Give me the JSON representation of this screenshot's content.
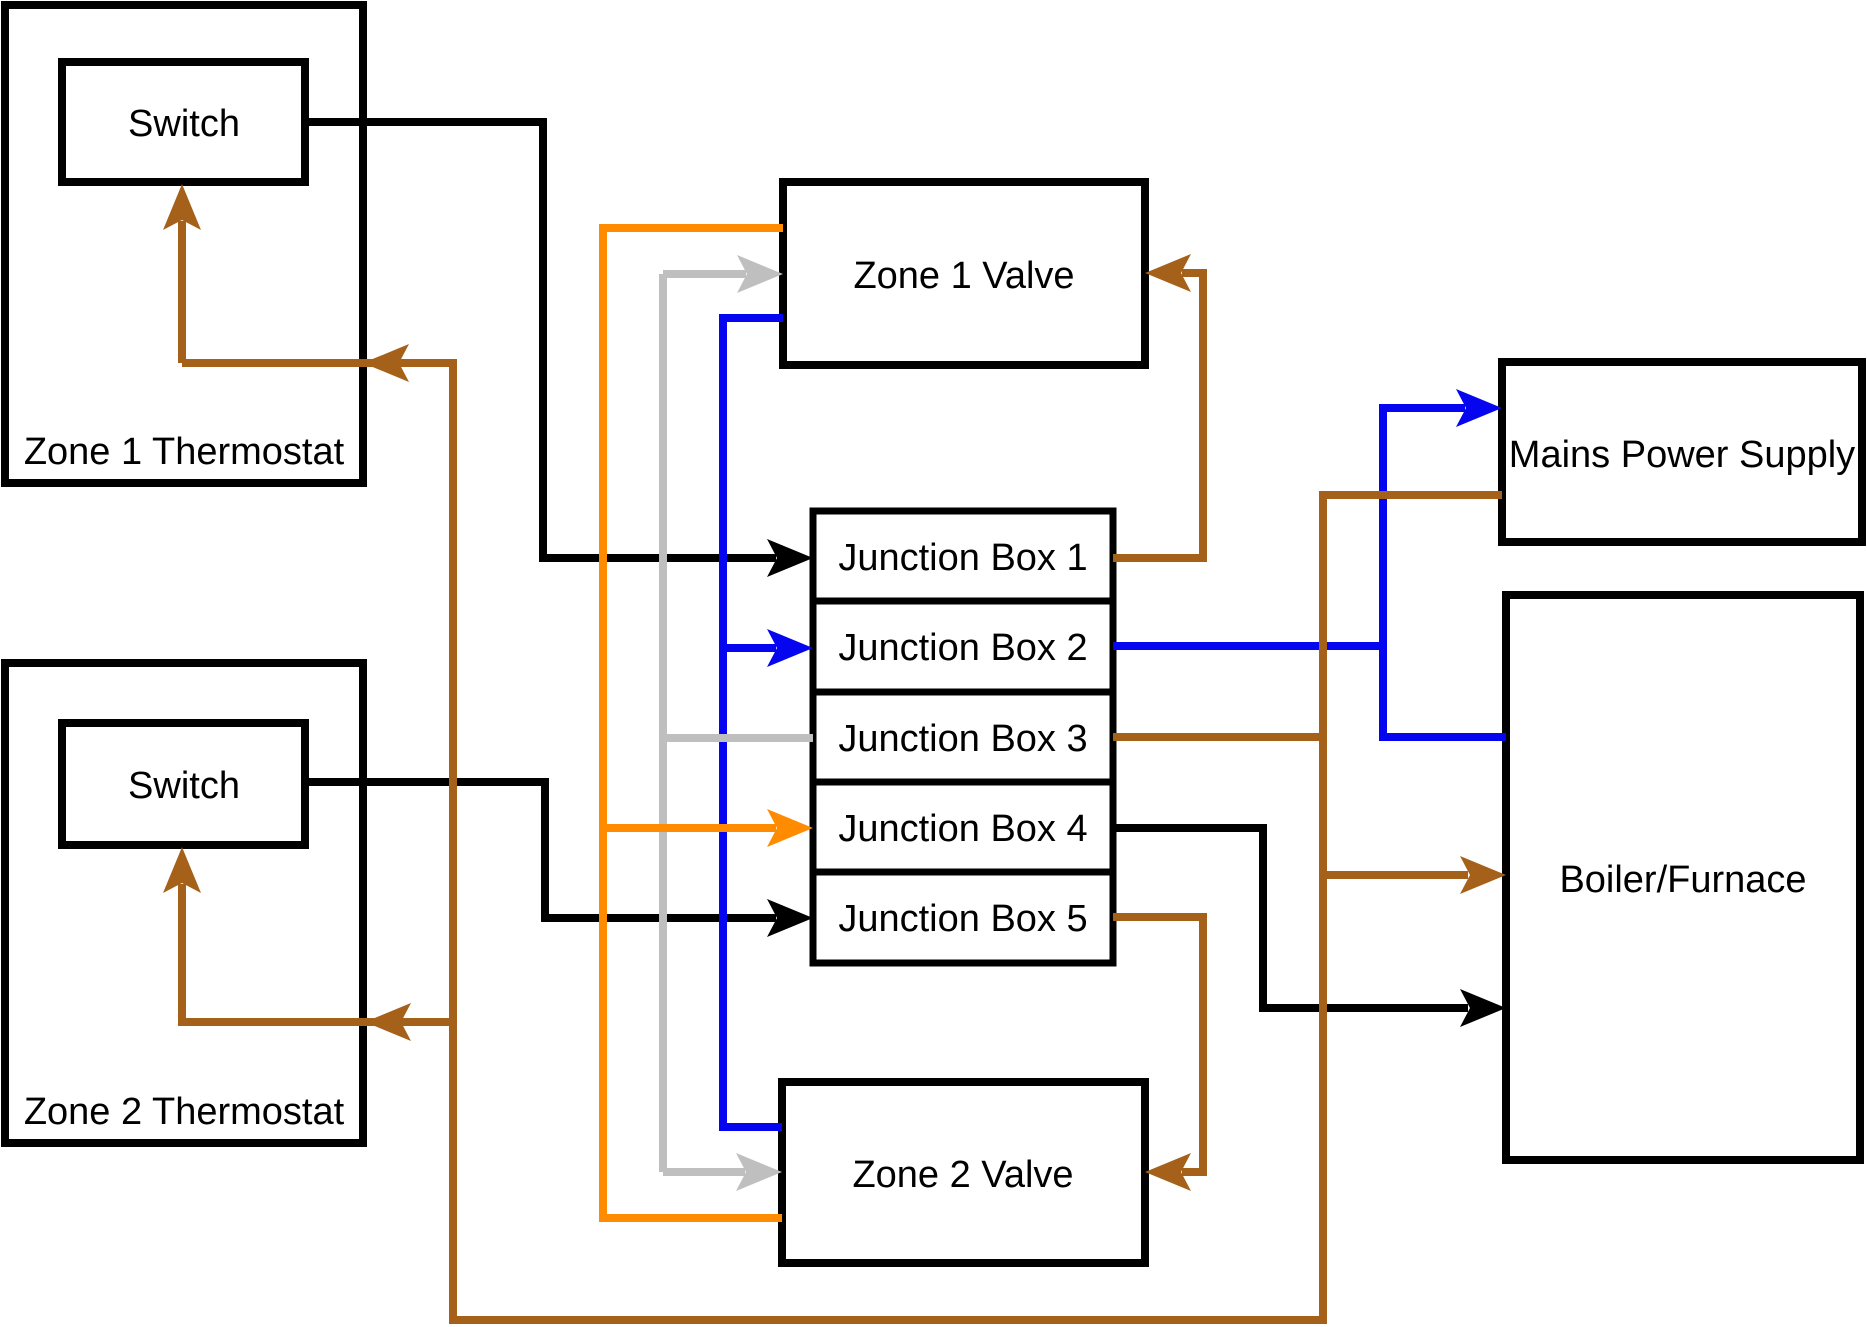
{
  "diagram": {
    "type": "wiring-diagram",
    "colors": {
      "black": "#000000",
      "brown": "#A5601A",
      "orange": "#FF8C00",
      "gray": "#BFBFBF",
      "blue": "#0505F0",
      "box_fill": "#FFFFFF",
      "text": "#000000",
      "background": "#FFFFFF"
    },
    "nodes": {
      "zone1_thermostat": {
        "label": "Zone 1 Thermostat"
      },
      "switch1": {
        "label": "Switch"
      },
      "zone2_thermostat": {
        "label": "Zone 2 Thermostat"
      },
      "switch2": {
        "label": "Switch"
      },
      "zone1_valve": {
        "label": "Zone 1 Valve"
      },
      "zone2_valve": {
        "label": "Zone 2 Valve"
      },
      "junction_box_1": {
        "label": "Junction Box 1"
      },
      "junction_box_2": {
        "label": "Junction Box 2"
      },
      "junction_box_3": {
        "label": "Junction Box 3"
      },
      "junction_box_4": {
        "label": "Junction Box 4"
      },
      "junction_box_5": {
        "label": "Junction Box 5"
      },
      "mains_power_supply": {
        "label": "Mains Power Supply"
      },
      "boiler_furnace": {
        "label": "Boiler/Furnace"
      }
    }
  }
}
